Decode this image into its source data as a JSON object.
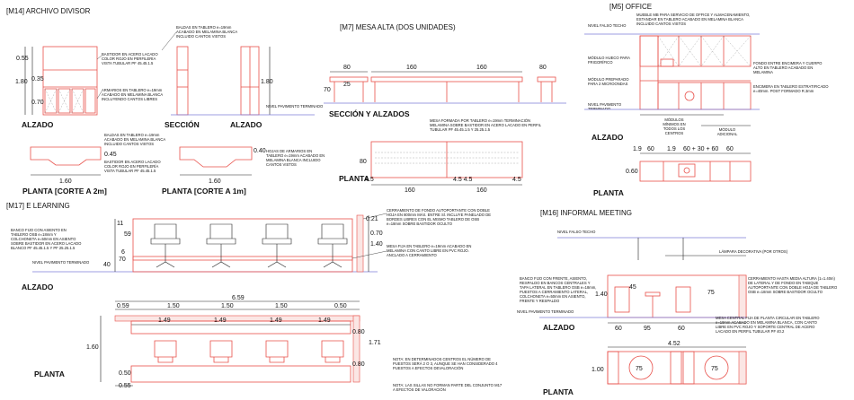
{
  "sections": {
    "m14": "[M14]  ARCHIVO DIVISOR",
    "m7": "[M7]     MESA ALTA (DOS UNIDADES)",
    "m5": "[M5]   OFFICE",
    "m17": "[M17]     E LEARNING",
    "m16": "[M16]     INFORMAL MEETING"
  },
  "views": {
    "alzado": "ALZADO",
    "seccion": "SECCIÓN",
    "seccion_alzados": "SECCIÓN Y ALZADOS",
    "planta": "PLANTA",
    "planta_2m": "PLANTA [CORTE A 2m]",
    "planta_1m": "PLANTA [CORTE A 1m]"
  },
  "m14": {
    "dims": {
      "d055": "0.55",
      "d035": "0.35",
      "d180": "1.80",
      "d070": "0.70",
      "d045": "0.45",
      "d040": "0.40",
      "d160": "1.60"
    },
    "notes": {
      "baldas": "BALDAS EN TABLERO e=19mm ACABADO EN MELAMINA BLANCA INCLUIDO CANTOS VISTOS",
      "bastidor1": "BASTIDOR EN ACERO LACADO COLOR ROJO EN PERFILERÍA VISTA TUBULAR PF 45.45.1.5",
      "armarios": "ARMARIOS EN TABLERO e=19mm ACABADO EN MELAMINA BLANCA INCLUYENDO CANTOS LIBRES",
      "pavimento": "NIVEL PAVIMENTO TERMINADO",
      "baldas2": "BALDAS EN TABLERO e=19mm ACABADO EN MELAMINA BLANCA INCLUIDO CANTOS VISTOS",
      "hojas": "HOJAS DE ARMARIOS EN TABLERO e=19mm ACABADO EN MELAMINA BLANCA INCLUIDO CANTOS VISTOS",
      "bastidor2": "BASTIDOR EN ACERO LACADO COLOR ROJO EN PERFILERÍA VISTA TUBULAR PF 45.45.1.5"
    }
  },
  "m7": {
    "dims": {
      "d80": "80",
      "d160": "160",
      "d25": "25",
      "d70": "70",
      "d45": "4.5",
      "d45b": "4.5 4.5"
    },
    "note": "MESA FORMADA POR TABLERO e=19mm TERMINACIÓN MELAMINA SOBRE BASTIDOR EN ACERO LACADO EN PERFIL TUBULAR PF 45.45.1.5 Y 25.25.1.5"
  },
  "m5": {
    "notes": {
      "mueble": "MUEBLE MB PARA SERVICIO DE OFFICE Y ALMACENAMIENTO, ESTANDAR EN TABLERO ACABADO EN MELAMINA BLANCA INCLUIDO CANTOS VISTOS",
      "techo": "NIVEL FALSO TECHO",
      "frigorifico": "MÓDULO HUECO PARA FRIGORÍFICO",
      "microondas": "MÓDULO PREPARADO PARA 2 MICROONDAS",
      "fondo": "FONDO ENTRE ENCIMERA Y CUERPO ALTO EN TABLERO ACABADO EN MELAMINA",
      "encimera": "ENCIMERA EN TABLERO ESTRATIFICADO e=40mm. POST FORMADO R.3mm",
      "pavimento": "NIVEL PAVIMENTO TERMINADO",
      "modulos": "MÓDULOS MÍNIMOS EN TODOS LOS CENTROS",
      "adicional": "MÓDULO ADICIONAL"
    },
    "dims": {
      "d19": "1.9",
      "d60": "60",
      "d30": "30",
      "d060": "0.60",
      "row": "60 + 30 + 60"
    }
  },
  "m17": {
    "dims": {
      "d11": "11",
      "d59": "59",
      "d6": "6",
      "d40": "40",
      "d70": "70",
      "d070": "0.70",
      "d140": "1.40",
      "d659": "6.59",
      "d059": "0.59",
      "d150": "1.50",
      "d149": "1.49",
      "d160": "1.60",
      "d080": "0.80",
      "d171": "1.71",
      "d050": "0.50",
      "d055": "0.55",
      "d021": "0.21"
    },
    "notes": {
      "cerramiento": "CERRAMIENTO DE FONDO AUTOPORTANTE CON DOBLE HOJA EN 800mm MÁX. ENTRE SÍ. INCLUYE PANELADO DE BORDES LIBRES CON EL MISMO TABLERO DE OSB e=18mm SOBRE BASTIDOR OCULTO",
      "banco": "BANCO FIJO CON ASIENTO EN TABLERO OSB e=18mm Y COLCHONETA e=50mm EN ASIENTO SOBRE BASTIDOR EN ACERO LACADO BLANCO PF 45.45.1.5 Y PF 25.25.1.5",
      "mesa": "MESA FIJA EN TABLERO e=19mm ACABADO EN MELAMINA CON CANTO LIBRE EN PVC ROJO. ANCLADO A CERRAMIENTO",
      "pavimento": "NIVEL PAVIMENTO TERMINADO",
      "nota1": "NOTA: EN DETERMINADOS CENTROS EL NÚMERO DE PUESTOS SERÁ 2 O 3, AUNQUE SE HAN CONSIDERADO 4 PUESTOS A EFECTOS DEVALORACIÓN",
      "nota2": "NOTA: LAS SILLAS NO FORMAN PARTE DEL CONJUNTO M17 A EFECTOS DE VALORACIÓN"
    }
  },
  "m16": {
    "notes": {
      "techo": "NIVEL FALSO TECHO",
      "lampara": "LÁMPARA DECORATIVA (POR OTROS)",
      "banco": "BANCO FIJO CON FRENTE, ASIENTO, RESPALDO EN BANCOS CENTRALES Y TAPA LATERAL EN TABLERO OSB e=18mm, PUESTOS A CERRAMIENTO LATERAL, COLCHONETA e=50mm EN ASIENTO, FRENTE Y RESPALDO",
      "cerramiento": "CERRAMIENTO HASTA MEDIA ALTURA (1=1.40m) DE LATERAL Y DE FONDO EN TABIQUE AUTOPORTANTE CON DOBLE HOJA DE TABLERO OSB e=18mm SOBRE BASTIDOR OCULTO",
      "pavimento": "NIVEL PAVIMENTO TERMINADO",
      "mesa": "MESA CENTRAL FIJA DE PLANTA CIRCULAR EN TABLERO e=19mm ACABADO EN MELAMINA BLANCA, CON CANTO LIBRE EN PVC ROJO Y SOPORTE CENTRAL DE ACERO LACADO EN PERFIL TUBULAR PF 40.2"
    },
    "dims": {
      "d140": "1.40",
      "d45": "45",
      "d75": "75",
      "d60": "60",
      "d95": "95",
      "d452": "4.52",
      "d100": "1.00"
    }
  },
  "colors": {
    "line": "#e8504a",
    "pavement": "#7b7bd8",
    "ink": "#111111"
  }
}
